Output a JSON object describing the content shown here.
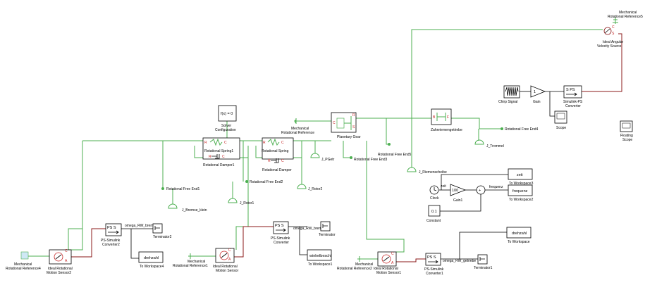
{
  "blocks": {
    "mech_ref5": "Mechanical\nRotational Reference5",
    "ideal_ang_vel": "Ideal Angular\nVelocity Source",
    "chirp": "Chirp Signal",
    "gain": "Gain",
    "gain_val": "1",
    "sps_conv": "Simulink-PS\nConverter",
    "scope": "Scope",
    "floating_scope": "Floating\nScope",
    "solver": "Solver\nConfiguration",
    "solver_fx": "f(x) = 0",
    "mech_ref": "Mechanical\nRotational Reference",
    "planetary": "Planetary Gear",
    "zahnriemen": "Zahnriemengetriebe",
    "rfe4": "Rotational Free End4",
    "j_trommel": "J_Trommel",
    "rfe5": "Rotational Free End5",
    "rfe3": "Rotational Free End3",
    "rot_spring1": "Rotational Spring1",
    "rot_damper1": "Rotational Damper1",
    "rot_spring": "Rotational Spring",
    "rot_damper": "Rotational Damper",
    "j_pgetr": "J_PGetr",
    "rfe2": "Rotational Free End2",
    "rfe1": "Rotational Free End1",
    "j_rotor2": "J_Rotor2",
    "j_rotor1": "J_Rotor1",
    "j_bremse": "J_Bremse_klein",
    "j_riemen": "J_Riemenscheibe",
    "zeit": "zeit",
    "to_ws3": "To Workspace3",
    "frequenz": "frequenz",
    "to_ws2": "To Workspace2",
    "clock": "Clock",
    "gain1": "Gain1",
    "gain1_val": "100",
    "constant": "Constant",
    "const_val": "0.1",
    "ps_sim2": "PS-Simulink\nConverter2",
    "omega_rw_bremse": "omega_RW_bremse",
    "terminator2": "Terminator2",
    "to_ws4": "To Workspace4",
    "drehzahl": "drehzahl",
    "ps_sim": "PS-Simulink\nConverter",
    "omega_rw_bremse2": "omega_RW_bremse",
    "terminator": "Terminator",
    "to_ws1": "To Workspace1",
    "winkelbeschl": "winkelbeschl",
    "ps_sim1": "PS-Simulink\nConverter1",
    "omega_rw_getriebe": "omega_RW_getriebe",
    "terminator1": "Terminator1",
    "to_ws": "To Workspace",
    "drehzahl2": "drehzahl",
    "mech_ref4": "Mechanical\nRotational Reference4",
    "ideal_sensor2": "Ideal Rotational\nMotion Sensor2",
    "mech_ref1": "Mechanical\nRotational Reference1",
    "ideal_sensor": "Ideal Rotational\nMotion Sensor",
    "mech_ref2": "Mechanical\nRotational Reference2",
    "ideal_sensor1": "Ideal Rotational\nMotion Sensor1",
    "sig_zeit": "zeit",
    "sig_frequenz": "frequenz",
    "ps_label": "PS",
    "s_label": "S"
  }
}
